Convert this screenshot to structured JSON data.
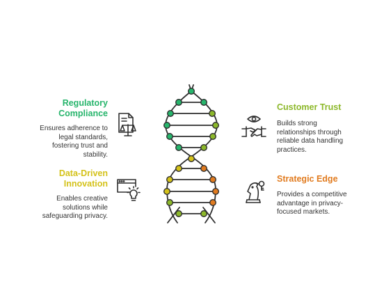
{
  "colors": {
    "green": "#27b56c",
    "lime": "#8cb82a",
    "yellow": "#d4c21a",
    "orange": "#e17b1f",
    "text": "#333333",
    "outline": "#2f2f2f"
  },
  "left": [
    {
      "title_line1": "Regulatory",
      "title_line2": "Compliance",
      "desc_lines": [
        "Ensures adherence to",
        "legal standards,",
        "fostering trust and",
        "stability."
      ],
      "icon": "document-scales-icon"
    },
    {
      "title_line1": "Data-Driven",
      "title_line2": "Innovation",
      "desc_lines": [
        "Enables creative",
        "solutions while",
        "safeguarding privacy."
      ],
      "icon": "browser-lightbulb-icon"
    }
  ],
  "right": [
    {
      "title": "Customer Trust",
      "desc_lines": [
        "Builds strong",
        "relationships through",
        "reliable data handling",
        "practices."
      ],
      "icon": "eye-handshake-icon"
    },
    {
      "title": "Strategic Edge",
      "desc_lines": [
        "Provides a competitive",
        "advantage in privacy-",
        "focused markets."
      ],
      "icon": "chess-knight-icon"
    }
  ]
}
